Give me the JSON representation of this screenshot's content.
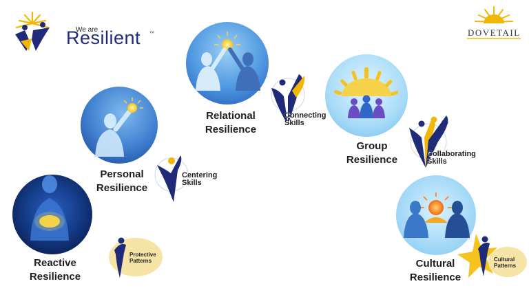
{
  "brand": {
    "logo_small": "We are",
    "logo_main": "Resilient",
    "logo_tm": "™",
    "partner": "DOVETAIL"
  },
  "stages": {
    "reactive": {
      "line1": "Reactive",
      "line2": "Resilience"
    },
    "personal": {
      "line1": "Personal",
      "line2": "Resilience"
    },
    "relational": {
      "line1": "Relational",
      "line2": "Resilience"
    },
    "group": {
      "line1": "Group",
      "line2": "Resilience"
    },
    "cultural": {
      "line1": "Cultural",
      "line2": "Resilience"
    }
  },
  "skills": {
    "protective": {
      "line1": "Protective",
      "line2": "Patterns"
    },
    "centering": {
      "line1": "Centering",
      "line2": "Skills"
    },
    "connecting": {
      "line1": "Connecting",
      "line2": "Skills"
    },
    "collaborating": {
      "line1": "Collaborating",
      "line2": "Skills"
    },
    "cultural": {
      "line1": "Cultural",
      "line2": "Patterns"
    }
  },
  "colors": {
    "navy": "#1f2a78",
    "gold": "#f2b705",
    "pale_gold": "#f7e3a3",
    "sky": "#6fb4e8"
  }
}
